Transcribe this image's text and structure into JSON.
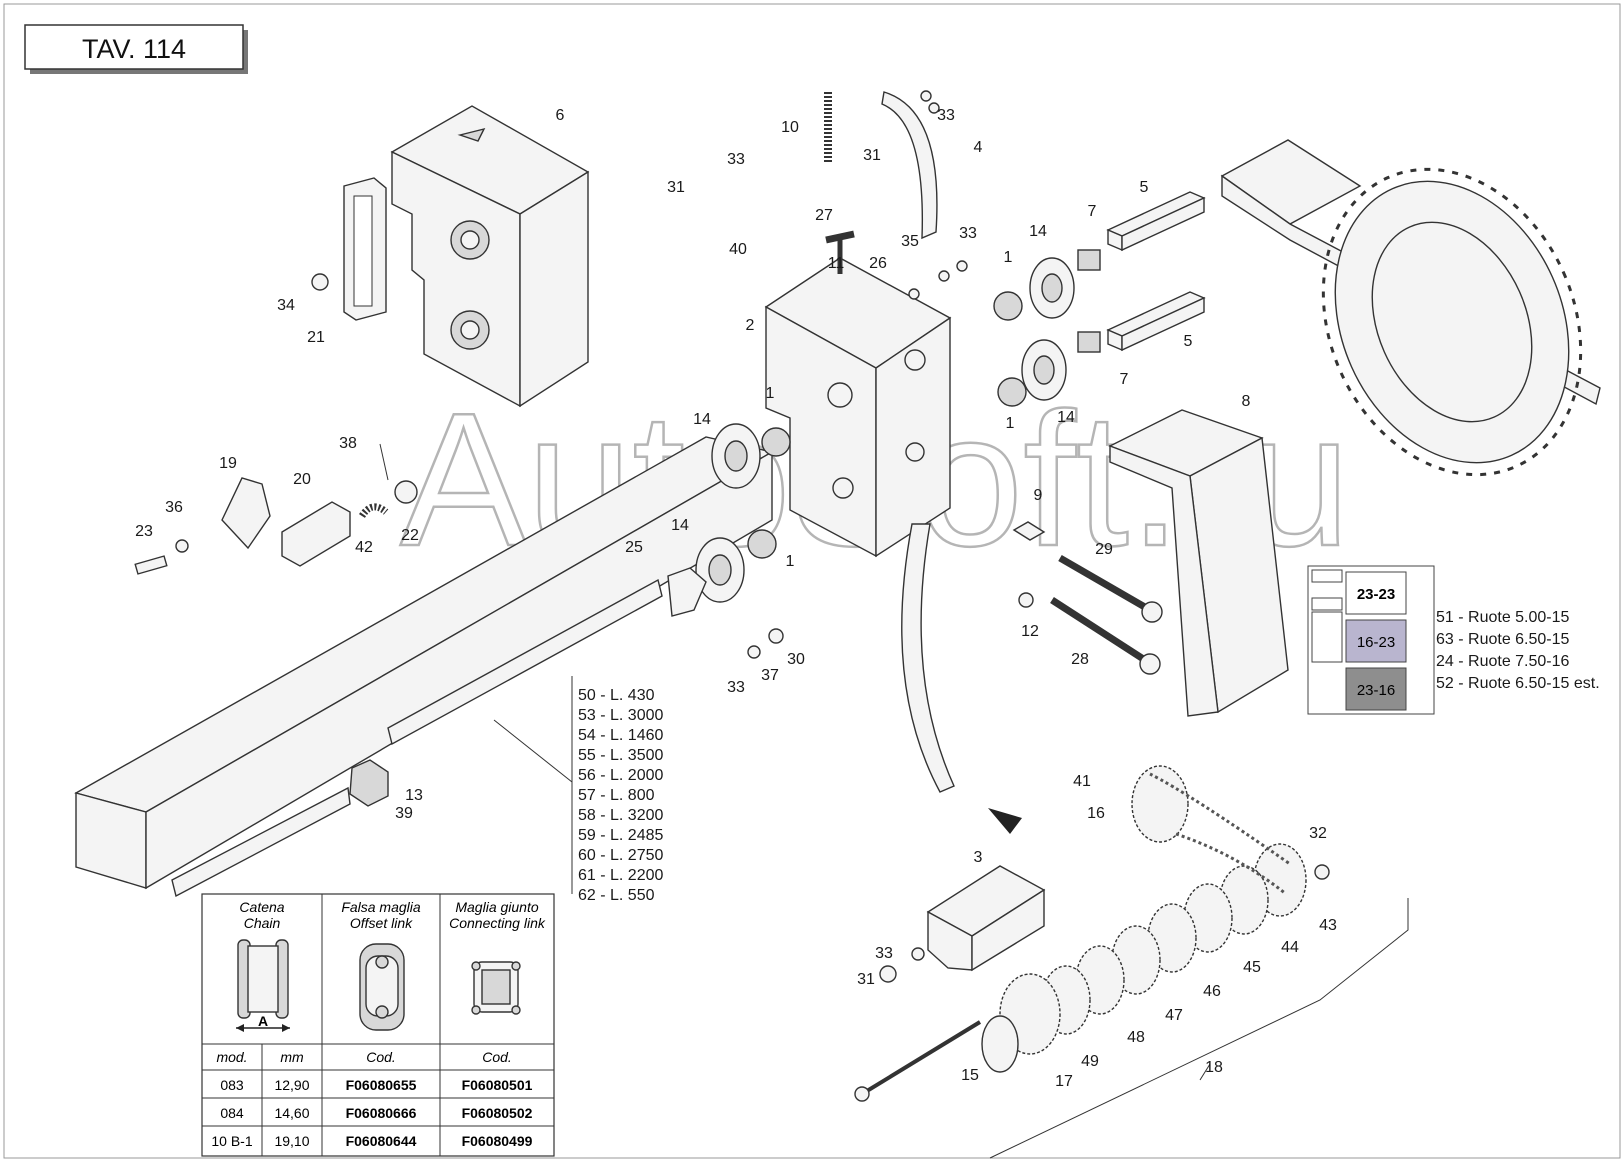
{
  "title": "TAV. 114",
  "watermark": "AutoSoft.ru",
  "parts": [
    "1",
    "1",
    "1",
    "1",
    "2",
    "3",
    "4",
    "5",
    "5",
    "6",
    "7",
    "7",
    "8",
    "9",
    "10",
    "11",
    "12",
    "13",
    "14",
    "14",
    "14",
    "14",
    "15",
    "16",
    "17",
    "18",
    "19",
    "20",
    "21",
    "22",
    "23",
    "25",
    "26",
    "27",
    "28",
    "29",
    "30",
    "31",
    "31",
    "31",
    "32",
    "33",
    "33",
    "33",
    "33",
    "33",
    "34",
    "35",
    "36",
    "37",
    "38",
    "39",
    "40",
    "41",
    "42",
    "43",
    "44",
    "45",
    "46",
    "47",
    "48",
    "49"
  ],
  "lengths": [
    "50 - L. 430",
    "53 - L. 3000",
    "54 - L. 1460",
    "55 - L. 3500",
    "56 - L. 2000",
    "57 - L. 800",
    "58 - L. 3200",
    "59 - L. 2485",
    "60 - L. 2750",
    "61 - L. 2200",
    "62 - L. 550"
  ],
  "gear_ratios": [
    "23-23",
    "16-23",
    "23-16"
  ],
  "wheels": [
    "51 - Ruote 5.00-15",
    "63 - Ruote 6.50-15",
    "24 - Ruote 7.50-16",
    "52 - Ruote 6.50-15 est."
  ],
  "chain_table": {
    "headers": [
      {
        "it": "Catena",
        "en": "Chain"
      },
      {
        "it": "Falsa maglia",
        "en": "Offset link"
      },
      {
        "it": "Maglia giunto",
        "en": "Connecting link"
      }
    ],
    "dim_label": "A",
    "subheaders": [
      "mod.",
      "mm",
      "Cod.",
      "Cod."
    ],
    "rows": [
      [
        "083",
        "12,90",
        "F06080655",
        "F06080501"
      ],
      [
        "084",
        "14,60",
        "F06080666",
        "F06080502"
      ],
      [
        "10 B-1",
        "19,10",
        "F06080644",
        "F06080499"
      ]
    ]
  },
  "colors": {
    "ratio_mid": "#b9b5cf",
    "ratio_low": "#8e8e8e",
    "ratio_top": "#ffffff"
  }
}
